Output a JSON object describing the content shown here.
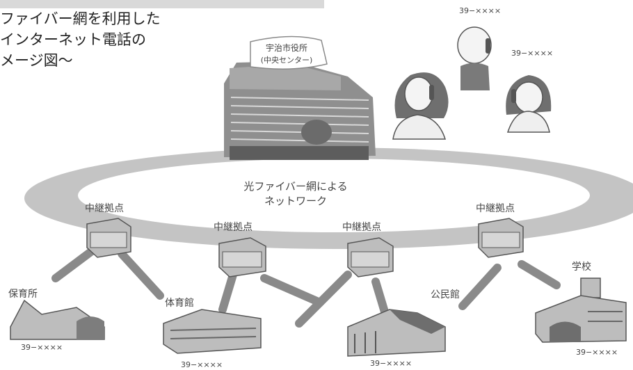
{
  "caption": {
    "line1": "ファイバー網を利用した",
    "line2": "インターネット電話の",
    "line3": "メージ図〜"
  },
  "center": {
    "name": "宇治市役所",
    "sub": "(中央センター)"
  },
  "ring": {
    "line1": "光ファイバー網による",
    "line2": "ネットワーク"
  },
  "relays": [
    "中継拠点",
    "中継拠点",
    "中継拠点",
    "中継拠点"
  ],
  "facilities": {
    "nursery": "保育所",
    "gym": "体育館",
    "hall": "公民館",
    "school": "学校"
  },
  "phone_numbers": {
    "top": "39−××××",
    "right": "39−××××",
    "nursery": "39−××××",
    "gym": "39−××××",
    "hall": "39−××××",
    "school": "39−××××"
  },
  "colors": {
    "ring": "#c4c4c4",
    "building": "#bdbdbd",
    "dark": "#555555",
    "line": "#8a8a8a"
  }
}
